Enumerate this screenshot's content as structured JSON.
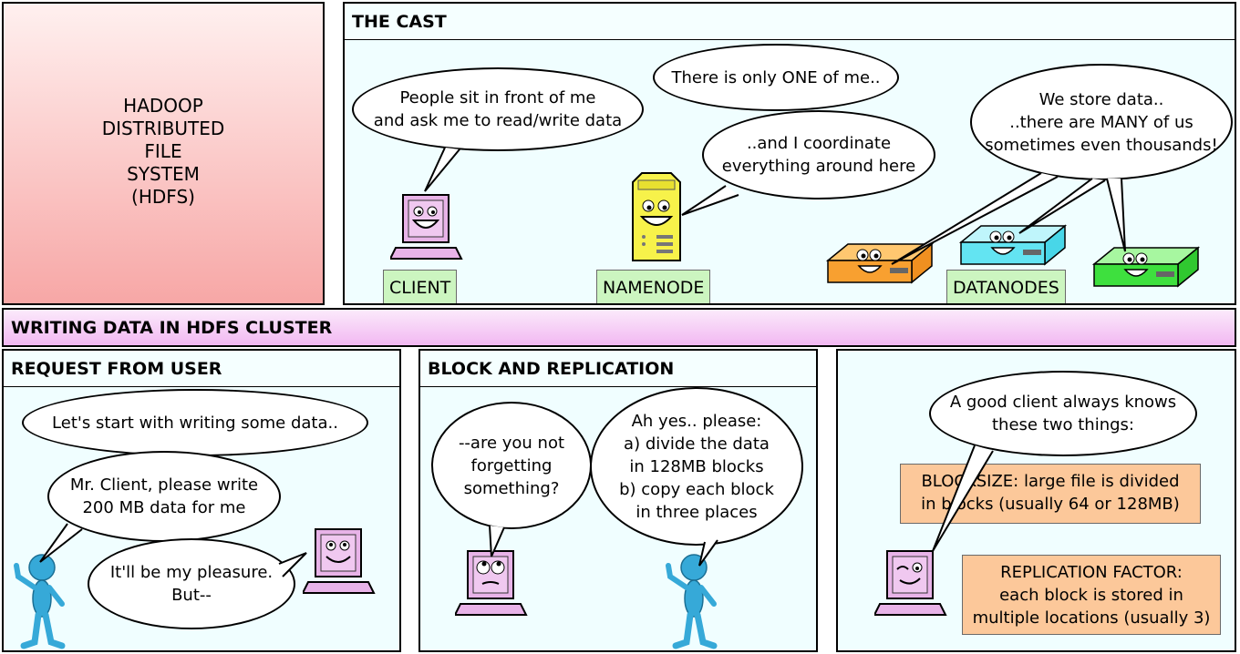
{
  "title_panel": {
    "text": "HADOOP\nDISTRIBUTED\nFILE\nSYSTEM\n(HDFS)"
  },
  "cast_panel": {
    "header": "THE CAST",
    "client_bubble": "People sit in front of me\nand ask me to read/write data",
    "namenode_bubble_1": "There is only ONE of me..",
    "namenode_bubble_2": "..and I coordinate\neverything around here",
    "datanodes_bubble": "We store data..\n..there are MANY of us\nsometimes even thousands!",
    "labels": {
      "client": "CLIENT",
      "namenode": "NAMENODE",
      "datanodes": "DATANODES"
    }
  },
  "banner": {
    "text": "WRITING DATA IN HDFS CLUSTER"
  },
  "request_panel": {
    "header": "REQUEST FROM USER",
    "bubble_1": "Let's start with writing some data..",
    "bubble_2": "Mr. Client, please write\n200 MB data for me",
    "bubble_3": "It'll be my pleasure.\nBut--"
  },
  "block_panel": {
    "header": "BLOCK AND REPLICATION",
    "bubble_1": "--are you not\nforgetting\nsomething?",
    "bubble_2": "Ah yes.. please:\na) divide the data\nin 128MB blocks\nb) copy each block\nin three places"
  },
  "client_panel": {
    "bubble": "A good client always knows\nthese two things:",
    "note_1": "BLOCKSIZE: large file is divided\nin blocks (usually 64 or 128MB)",
    "note_2": "REPLICATION FACTOR:\neach block is stored in\nmultiple locations (usually 3)"
  },
  "colors": {
    "title_gradient_top": "#fff0ef",
    "title_gradient_bottom": "#f7a7a6",
    "panel_bg": "#f0feff",
    "banner_top": "#fbeafb",
    "banner_bottom": "#f2b8f2",
    "label_bg": "#ccf5c0",
    "note_bg": "#fcc89a"
  }
}
